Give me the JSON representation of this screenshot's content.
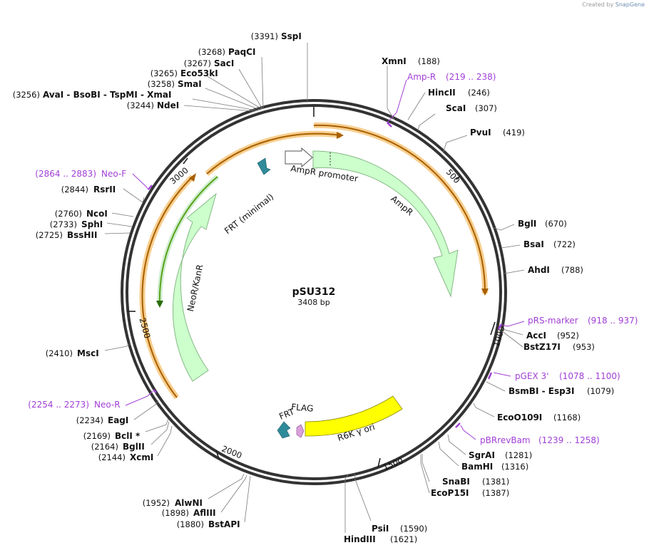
{
  "credit": {
    "prefix": "Created by",
    "brand": "SnapGene"
  },
  "plasmid": {
    "name": "pSU312",
    "size": "3408 bp",
    "length": 3408
  },
  "colors": {
    "backbone": "#333333",
    "feature_label": "#a13fd6",
    "primer_orange": "#f2a93b",
    "primer_dark": "#a85f00",
    "primer_green": "#5aa11a",
    "cds_fill": "#ccffcc",
    "cds_stroke": "#86b886",
    "ori_fill": "#ffff00",
    "frt_fill": "#2e8b9a",
    "flag_fill": "#d9a0d9"
  },
  "ticks": [
    "500",
    "1000",
    "1500",
    "2000",
    "2500",
    "3000"
  ],
  "enzymes": [
    {
      "name": "SspI",
      "pos": "(3391)"
    },
    {
      "name": "PaqCI",
      "pos": "(3268)"
    },
    {
      "name": "SacI",
      "pos": "(3267)"
    },
    {
      "name": "Eco53kI",
      "pos": "(3265)"
    },
    {
      "name": "SmaI",
      "pos": "(3258)"
    },
    {
      "name": "AvaI - BsoBI - TspMI - XmaI",
      "pos": "(3256)"
    },
    {
      "name": "NdeI",
      "pos": "(3244)"
    },
    {
      "name": "XmnI",
      "pos": "(188)"
    },
    {
      "name": "HincII",
      "pos": "(246)"
    },
    {
      "name": "ScaI",
      "pos": "(307)"
    },
    {
      "name": "PvuI",
      "pos": "(419)"
    },
    {
      "name": "BglI",
      "pos": "(670)"
    },
    {
      "name": "BsaI",
      "pos": "(722)"
    },
    {
      "name": "AhdI",
      "pos": "(788)"
    },
    {
      "name": "AccI",
      "pos": "(952)"
    },
    {
      "name": "BstZ17I",
      "pos": "(953)"
    },
    {
      "name": "BsmBI - Esp3I",
      "pos": "(1079)"
    },
    {
      "name": "EcoO109I",
      "pos": "(1168)"
    },
    {
      "name": "SgrAI",
      "pos": "(1281)"
    },
    {
      "name": "BamHI",
      "pos": "(1316)"
    },
    {
      "name": "SnaBI",
      "pos": "(1381)"
    },
    {
      "name": "EcoP15I",
      "pos": "(1387)"
    },
    {
      "name": "PsiI",
      "pos": "(1590)"
    },
    {
      "name": "HindIII",
      "pos": "(1621)"
    },
    {
      "name": "AlwNI",
      "pos": "(1952)"
    },
    {
      "name": "AflIII",
      "pos": "(1898)"
    },
    {
      "name": "BstAPI",
      "pos": "(1880)"
    },
    {
      "name": "EagI",
      "pos": "(2234)"
    },
    {
      "name": "BclI *",
      "pos": "(2169)"
    },
    {
      "name": "BglII",
      "pos": "(2164)"
    },
    {
      "name": "XcmI",
      "pos": "(2144)"
    },
    {
      "name": "MscI",
      "pos": "(2410)"
    },
    {
      "name": "RsrII",
      "pos": "(2844)"
    },
    {
      "name": "NcoI",
      "pos": "(2760)"
    },
    {
      "name": "SphI",
      "pos": "(2733)"
    },
    {
      "name": "BssHII",
      "pos": "(2725)"
    }
  ],
  "primers": [
    {
      "name": "Amp-R",
      "range": "(219 .. 238)"
    },
    {
      "name": "pRS-marker",
      "range": "(918 .. 937)"
    },
    {
      "name": "pGEX 3'",
      "range": "(1078 .. 1100)"
    },
    {
      "name": "pBRrevBam",
      "range": "(1239 .. 1258)"
    },
    {
      "name": "Neo-R",
      "range": "(2254 .. 2273)"
    },
    {
      "name": "Neo-F",
      "range": "(2864 .. 2883)"
    }
  ],
  "features": {
    "ampr_promoter": "AmpR promoter",
    "ampr": "AmpR",
    "neor": "NeoR/KanR",
    "frt_minimal": "FRT (minimal)",
    "frt": "FRT",
    "flag": "FLAG",
    "ori": "R6K γ ori"
  }
}
